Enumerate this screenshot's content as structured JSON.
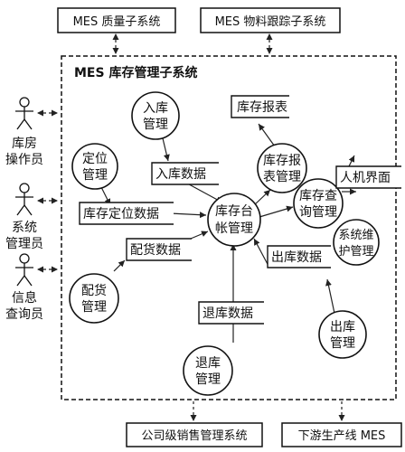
{
  "external_top": {
    "quality": "MES 质量子系统",
    "tracking": "MES 物料跟踪子系统"
  },
  "subsystem_title": "MES 库存管理子系统",
  "actors": [
    {
      "line1": "库房",
      "line2": "操作员"
    },
    {
      "line1": "系统",
      "line2": "管理员"
    },
    {
      "line1": "信息",
      "line2": "查询员"
    }
  ],
  "processes": {
    "inbound_mgmt": {
      "line1": "入库",
      "line2": "管理"
    },
    "locate_mgmt": {
      "line1": "定位",
      "line2": "管理"
    },
    "report_mgmt": {
      "line1": "库存报",
      "line2": "表管理"
    },
    "ledger_mgmt": {
      "line1": "库存台",
      "line2": "帐管理"
    },
    "query_mgmt": {
      "line1": "库存查",
      "line2": "询管理"
    },
    "maint_mgmt": {
      "line1": "系统维",
      "line2": "护管理"
    },
    "alloc_mgmt": {
      "line1": "配货",
      "line2": "管理"
    },
    "return_mgmt": {
      "line1": "退库",
      "line2": "管理"
    },
    "outbound_mgmt": {
      "line1": "出库",
      "line2": "管理"
    }
  },
  "data_stores": {
    "report": "库存报表",
    "inbound": "入库数据",
    "locate": "库存定位数据",
    "hmi": "人机界面",
    "alloc": "配货数据",
    "outbound": "出库数据",
    "return": "退库数据"
  },
  "external_bottom": {
    "sales": "公司级销售管理系统",
    "production": "下游生产线 MES"
  }
}
